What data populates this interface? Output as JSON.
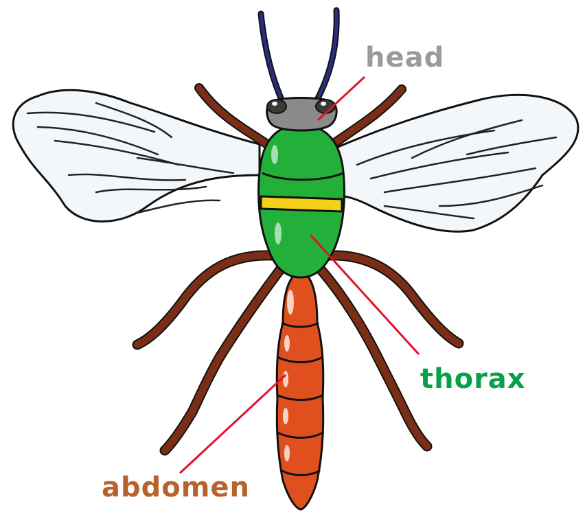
{
  "labels": {
    "head": "head",
    "thorax": "thorax",
    "abdomen": "abdomen"
  },
  "colors": {
    "head_label": "#9a9a9a",
    "thorax_label": "#0aa04a",
    "abdomen_label": "#b8612c",
    "leader_line": "#e0102a",
    "head_fill": "#8a8a8a",
    "thorax_fill": "#22b03a",
    "thorax_band": "#f4d21a",
    "abdomen_fill": "#e0501e",
    "legs": "#7a2e16",
    "antennae": "#2c2c80",
    "wing_fill": "#f4f7fa",
    "outline": "#111111"
  }
}
